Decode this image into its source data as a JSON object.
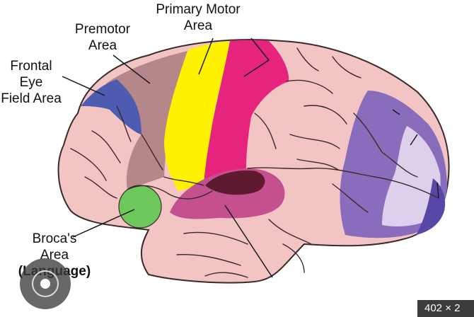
{
  "labels": {
    "primary_motor_line1": "Primary Motor",
    "primary_motor_line2": "Area",
    "premotor_line1": "Premotor",
    "premotor_line2": "Area",
    "frontal_eye_line1": "Frontal",
    "frontal_eye_line2": "Eye",
    "frontal_eye_line3": "Field Area",
    "broca_line1": "Broca's",
    "broca_line2": "Area",
    "broca_line3": "(Language)"
  },
  "badge": {
    "size_text": "402 × 2"
  },
  "colors": {
    "brain": "#f2c5c4",
    "premotor": "#b5868a",
    "frontal_eye": "#4d5cb0",
    "primary_motor": "#fff200",
    "motor_magenta": "#e6247e",
    "broca": "#6cc85a",
    "wernicke": "#c5508f",
    "occipital_purple": "#8a6cbc",
    "occipital_light": "#dcd0ec",
    "occipital_dark": "#5947a8"
  },
  "icons": {
    "lens": "image-search-icon"
  }
}
